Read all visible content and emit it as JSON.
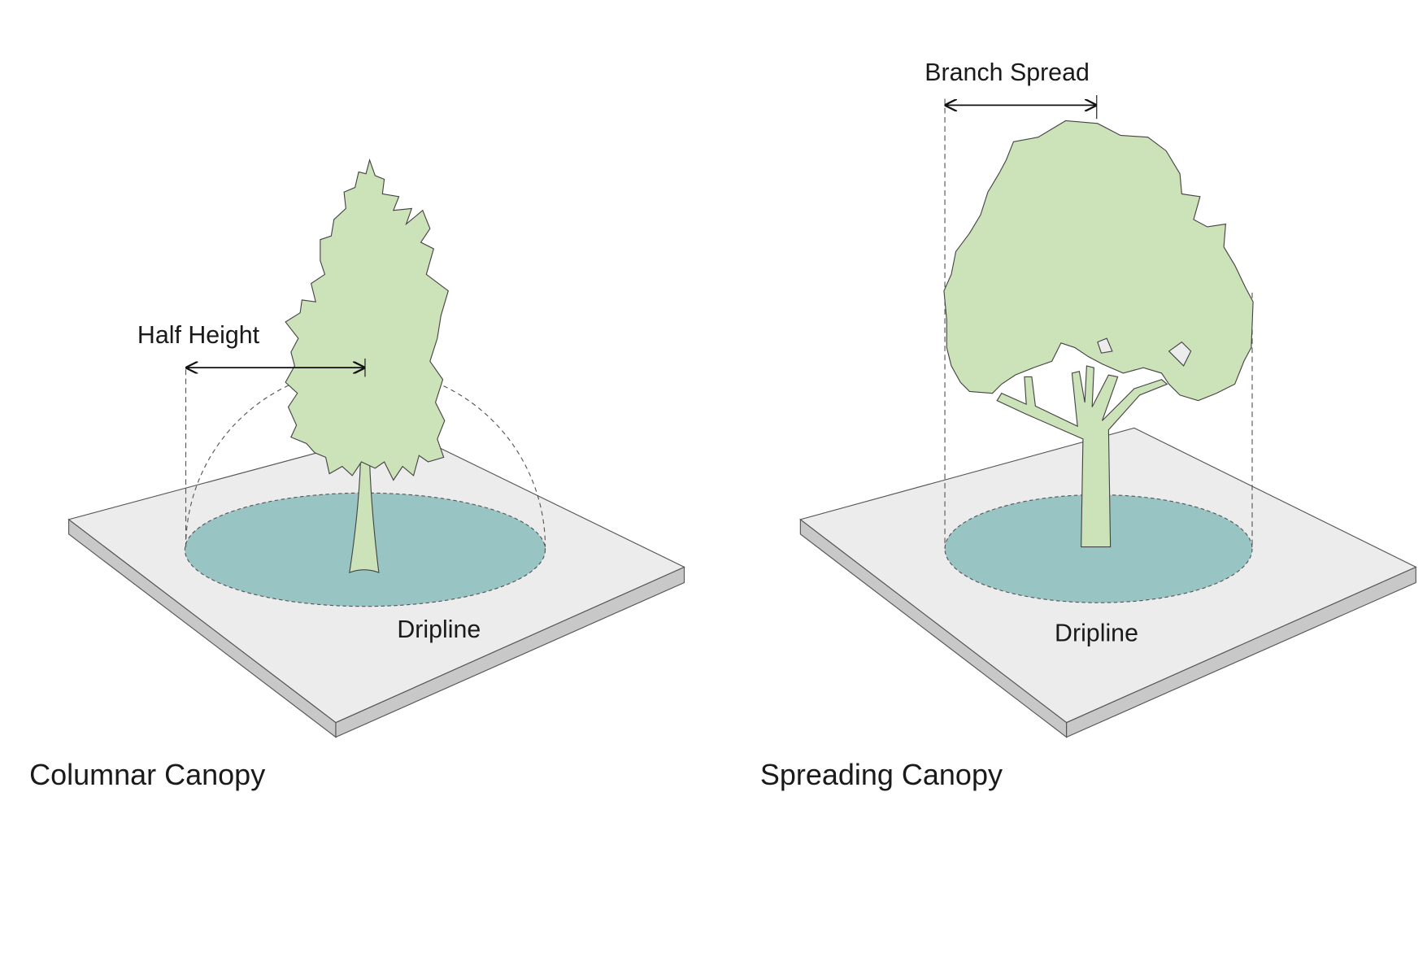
{
  "left": {
    "title": "Columnar Canopy",
    "measure_label": "Half Height",
    "ground_label": "Dripline"
  },
  "right": {
    "title": "Spreading Canopy",
    "measure_label": "Branch Spread",
    "ground_label": "Dripline"
  },
  "colors": {
    "foliage": "#cce2b9",
    "dripline": "#98c4c3",
    "slab_top": "#ececec",
    "slab_side": "#c8c8c8",
    "outline": "#444444"
  }
}
